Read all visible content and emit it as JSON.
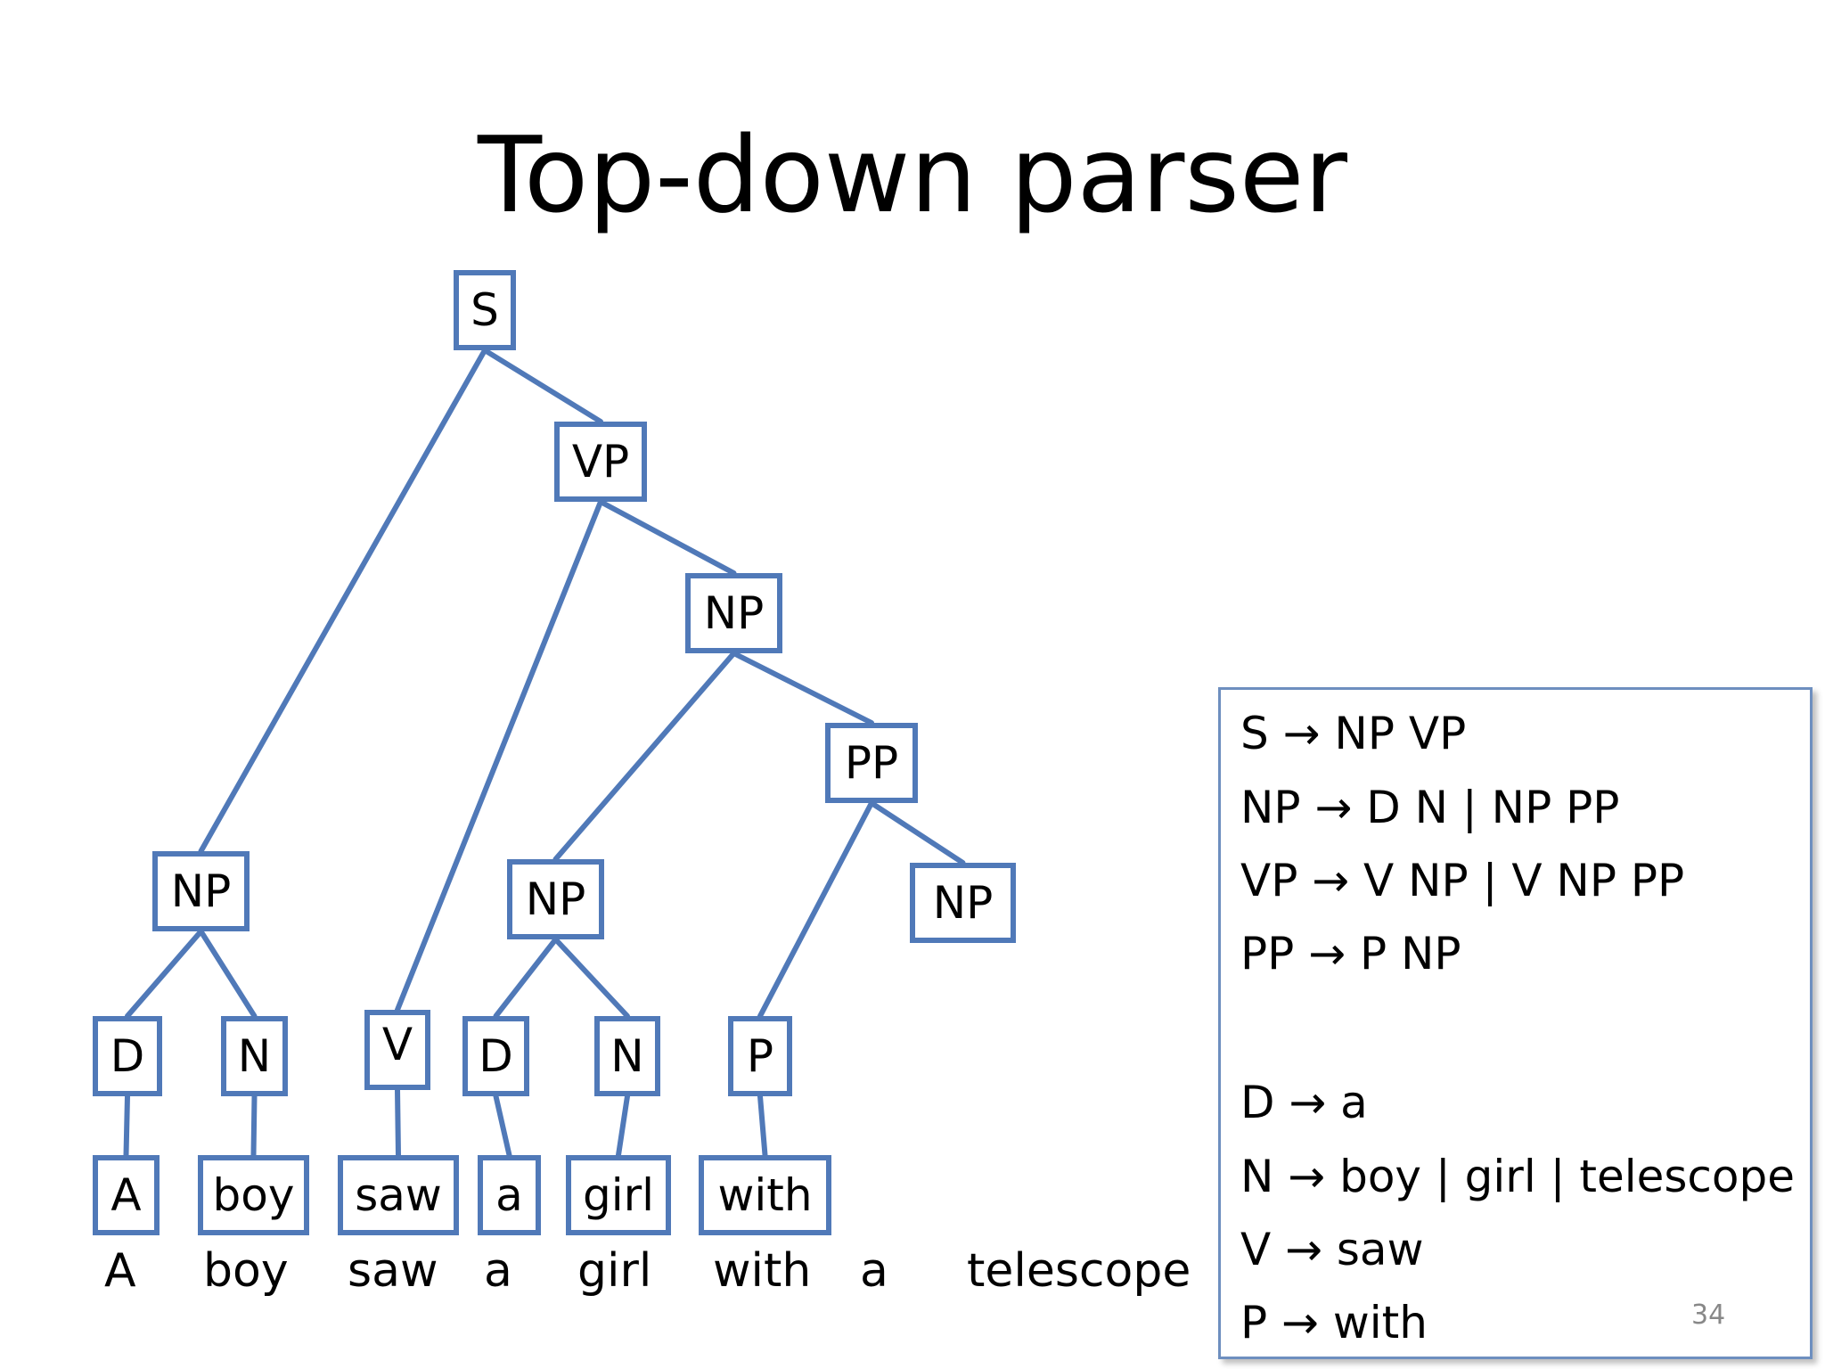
{
  "slide": {
    "title": "Top-down parser",
    "page_number": "34",
    "colors": {
      "node_border": "#5079b8",
      "panel_border": "#6e8fbf",
      "text": "#000000"
    }
  },
  "tree": {
    "nodes": [
      {
        "id": "s",
        "label": "S"
      },
      {
        "id": "vp",
        "label": "VP"
      },
      {
        "id": "np-obj",
        "label": "NP"
      },
      {
        "id": "np-subj",
        "label": "NP"
      },
      {
        "id": "np-inner",
        "label": "NP"
      },
      {
        "id": "pp",
        "label": "PP"
      },
      {
        "id": "np-pp",
        "label": "NP"
      },
      {
        "id": "d1",
        "label": "D"
      },
      {
        "id": "n1",
        "label": "N"
      },
      {
        "id": "v",
        "label": "V"
      },
      {
        "id": "d2",
        "label": "D"
      },
      {
        "id": "n2",
        "label": "N"
      },
      {
        "id": "p",
        "label": "P"
      },
      {
        "id": "w-a1",
        "label": "A"
      },
      {
        "id": "w-boy",
        "label": "boy"
      },
      {
        "id": "w-saw",
        "label": "saw"
      },
      {
        "id": "w-a2",
        "label": "a"
      },
      {
        "id": "w-girl",
        "label": "girl"
      },
      {
        "id": "w-with",
        "label": "with"
      }
    ],
    "edges": [
      [
        "s",
        "np-subj"
      ],
      [
        "s",
        "vp"
      ],
      [
        "vp",
        "v"
      ],
      [
        "vp",
        "np-obj"
      ],
      [
        "np-obj",
        "np-inner"
      ],
      [
        "np-obj",
        "pp"
      ],
      [
        "pp",
        "p"
      ],
      [
        "pp",
        "np-pp"
      ],
      [
        "np-subj",
        "d1"
      ],
      [
        "np-subj",
        "n1"
      ],
      [
        "np-inner",
        "d2"
      ],
      [
        "np-inner",
        "n2"
      ],
      [
        "d1",
        "w-a1"
      ],
      [
        "n1",
        "w-boy"
      ],
      [
        "v",
        "w-saw"
      ],
      [
        "d2",
        "w-a2"
      ],
      [
        "n2",
        "w-girl"
      ],
      [
        "p",
        "w-with"
      ]
    ]
  },
  "sentence": {
    "words": [
      "A",
      "boy",
      "saw",
      "a",
      "girl",
      "with",
      "a",
      "telescope"
    ]
  },
  "grammar": {
    "rules": [
      "S → NP  VP",
      "NP → D  N | NP  PP",
      "VP → V  NP | V  NP  PP",
      "PP → P  NP",
      "D → a",
      "N → boy | girl | telescope",
      "V → saw",
      "P → with"
    ]
  }
}
